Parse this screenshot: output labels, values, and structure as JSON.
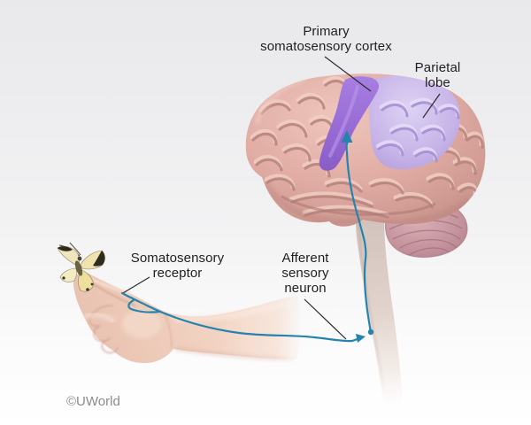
{
  "labels": {
    "primary_somatosensory_cortex": {
      "line1": "Primary",
      "line2": "somatosensory cortex"
    },
    "parietal_lobe": {
      "line1": "Parietal",
      "line2": "lobe"
    },
    "somatosensory_receptor": {
      "line1": "Somatosensory",
      "line2": "receptor"
    },
    "afferent_sensory_neuron": {
      "line1": "Afferent",
      "line2": "sensory",
      "line3": "neuron"
    }
  },
  "watermark": "©UWorld",
  "colors": {
    "neuron_blue": "#2484ad",
    "cortex_purple": "#9165cf",
    "parietal_lavender": "#c3b1e6",
    "brain_pink": "#dca79f",
    "cerebellum_mauve": "#c4939d",
    "skin": "#ecc8b8",
    "label_text": "#1f1f1f",
    "leader_line": "#2b2b2b",
    "watermark_gray": "#8b8b8b"
  }
}
